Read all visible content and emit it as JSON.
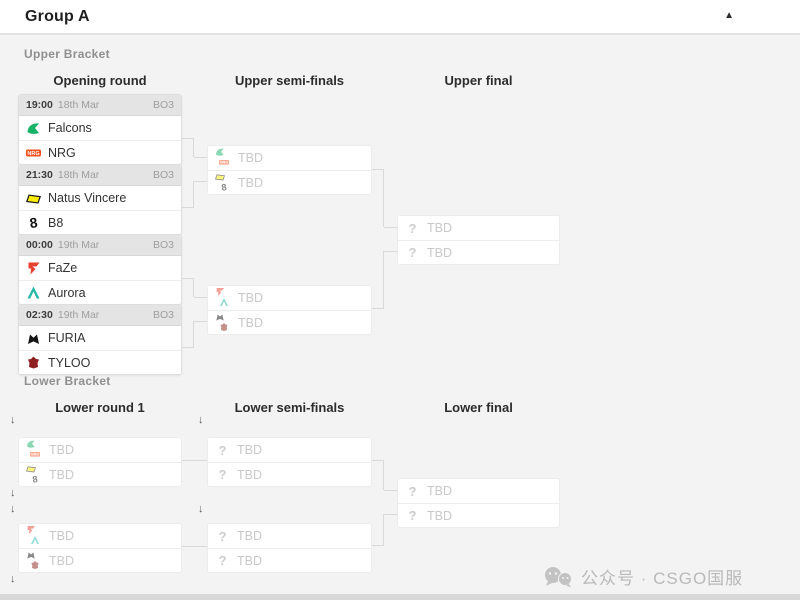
{
  "group": {
    "title": "Group A",
    "collapse_icon": "▲"
  },
  "drop_arrow": "↓",
  "upper": {
    "label": "Upper Bracket",
    "columns": [
      "Opening round",
      "Upper semi-finals",
      "Upper final"
    ],
    "matches": [
      {
        "time": "19:00",
        "date": "18th Mar",
        "format": "BO3",
        "team1": "Falcons",
        "team2": "NRG"
      },
      {
        "time": "21:30",
        "date": "18th Mar",
        "format": "BO3",
        "team1": "Natus Vincere",
        "team2": "B8"
      },
      {
        "time": "00:00",
        "date": "19th Mar",
        "format": "BO3",
        "team1": "FaZe",
        "team2": "Aurora"
      },
      {
        "time": "02:30",
        "date": "19th Mar",
        "format": "BO3",
        "team1": "FURIA",
        "team2": "TYLOO"
      }
    ],
    "semifinals": [
      {
        "slot1": "TBD",
        "slot2": "TBD"
      },
      {
        "slot1": "TBD",
        "slot2": "TBD"
      }
    ],
    "final": {
      "slot1": "TBD",
      "slot2": "TBD"
    }
  },
  "lower": {
    "label": "Lower Bracket",
    "columns": [
      "Lower round 1",
      "Lower semi-finals",
      "Lower final"
    ],
    "round1": [
      {
        "slot1": "TBD",
        "slot2": "TBD"
      },
      {
        "slot1": "TBD",
        "slot2": "TBD"
      }
    ],
    "semifinals": [
      {
        "slot1": "TBD",
        "slot2": "TBD"
      },
      {
        "slot1": "TBD",
        "slot2": "TBD"
      }
    ],
    "final": {
      "slot1": "TBD",
      "slot2": "TBD"
    }
  },
  "icons": {
    "collapse": "triangle-up",
    "drop": "arrow-down",
    "question": "gray-question-mark",
    "watermark": "wechat-bubbles",
    "falcons": "green-falcon",
    "nrg": "orange-nrg-wordmark",
    "navi": "yellow-navi-parallelogram",
    "b8": "black-eight",
    "faze": "red-faze-claw",
    "aurora": "teal-a",
    "furia": "black-panther",
    "tyloo": "dark-red-bull"
  },
  "colors": {
    "page_bg": "#f3f3f3",
    "card_bg": "#ffffff",
    "card_header_bg": "#e4e4e4",
    "connector": "#d9d9d9",
    "tbd_text": "#c9c9c9",
    "falcons": "#17b26a",
    "nrg": "#f4511e",
    "navi": "#ffee00",
    "b8": "#101010",
    "faze": "#e8412f",
    "aurora": "#25b8a8",
    "furia": "#141414",
    "tyloo": "#8e1d1d"
  },
  "watermark": {
    "text": "公众号 · CSGO国服"
  }
}
